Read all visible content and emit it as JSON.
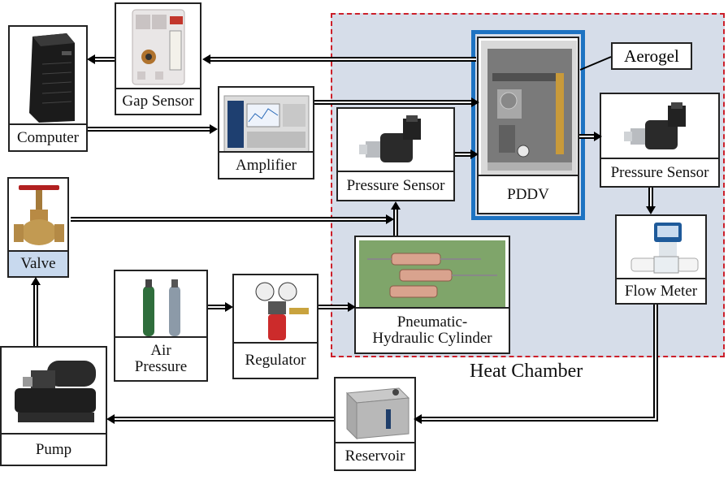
{
  "heat_chamber": {
    "label": "Heat Chamber"
  },
  "callout": {
    "label": "Aerogel"
  },
  "components": {
    "gap_sensor": {
      "label": "Gap Sensor"
    },
    "computer": {
      "label": "Computer"
    },
    "amplifier": {
      "label": "Amplifier"
    },
    "pressure_sensor_in": {
      "label": "Pressure Sensor"
    },
    "pddv": {
      "label": "PDDV"
    },
    "pressure_sensor_out": {
      "label": "Pressure Sensor"
    },
    "valve": {
      "label": "Valve"
    },
    "pneumatic_cylinder": {
      "line1": "Pneumatic-",
      "line2": "Hydraulic Cylinder"
    },
    "flow_meter": {
      "label": "Flow Meter"
    },
    "air_pressure": {
      "line1": "Air",
      "line2": "Pressure"
    },
    "regulator": {
      "label": "Regulator"
    },
    "pump": {
      "label": "Pump"
    },
    "reservoir": {
      "label": "Reservoir"
    }
  },
  "colors": {
    "chamber_border": "#cc1f2a",
    "chamber_fill": "#d6dde9",
    "pddv_border": "#1e73c2",
    "valve_label_fill": "#c8d9ee"
  }
}
